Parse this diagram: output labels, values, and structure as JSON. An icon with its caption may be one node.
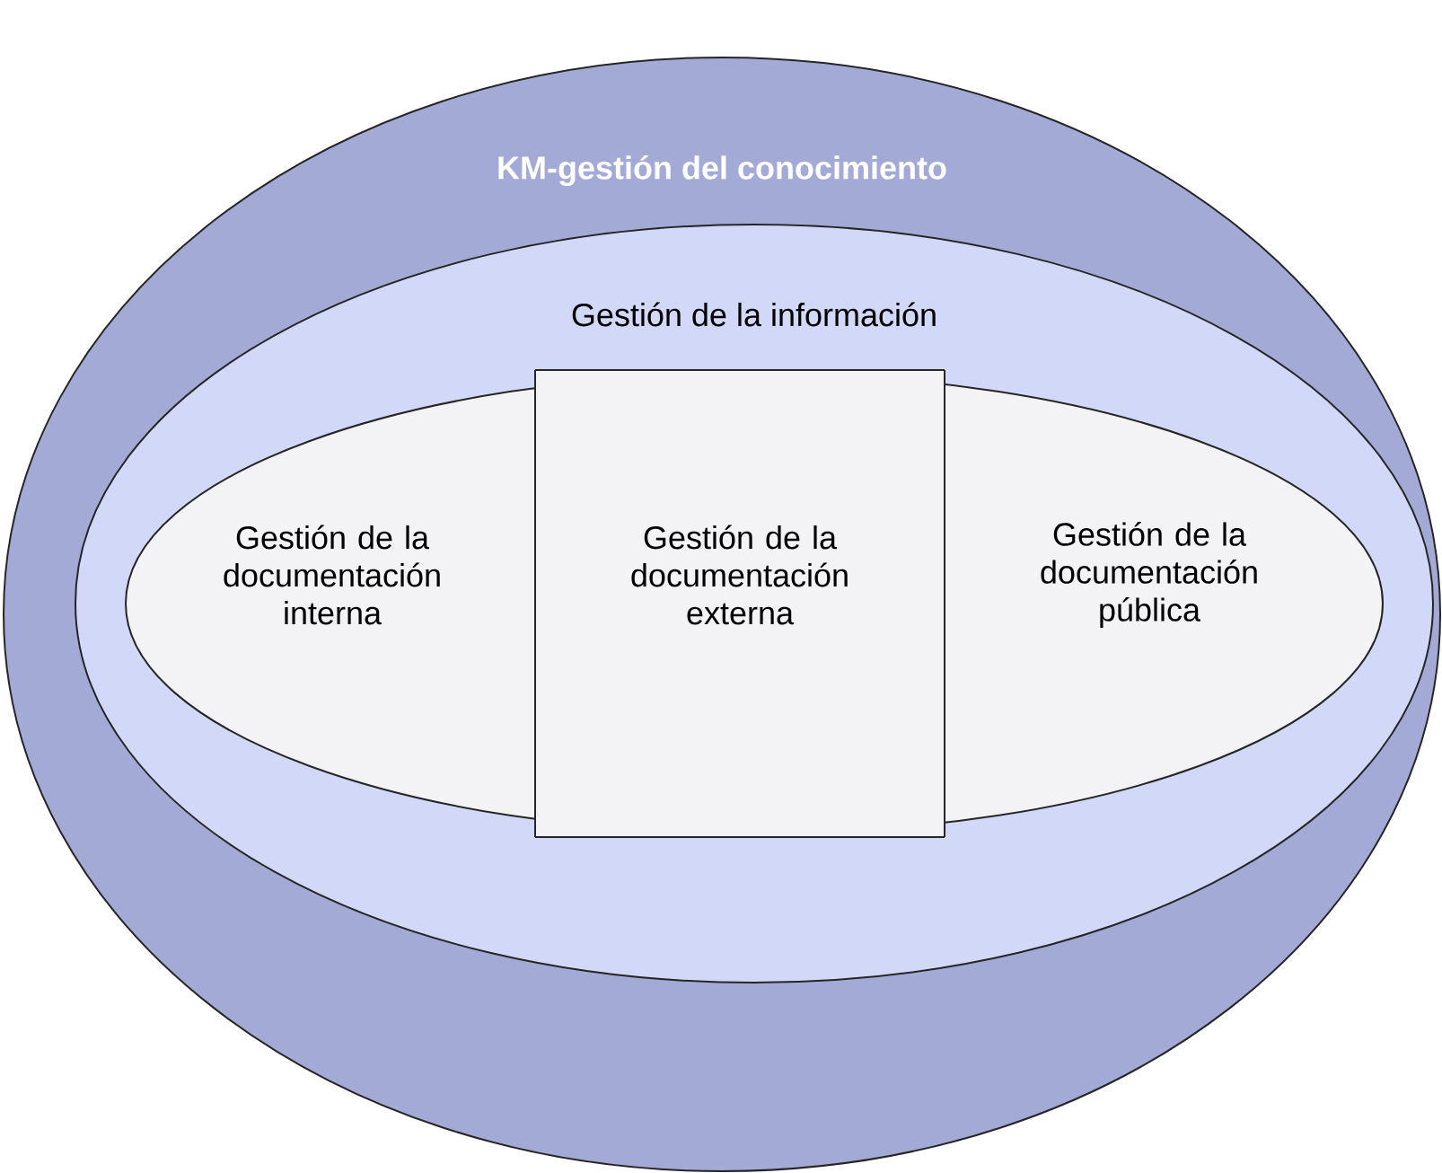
{
  "diagram": {
    "nodes": [
      {
        "text": [
          "KM-gestión del conocimiento"
        ]
      },
      {
        "text": [
          "Gestión de la información"
        ],
        "in": 0
      },
      {
        "text": [
          "Gestión de la documentación interna"
        ],
        "in": 1
      },
      {
        "text": [
          "Gestión de la documentación externa"
        ],
        "in": 1
      },
      {
        "text": [
          "Gestión de la documentación pública"
        ],
        "in": 1
      }
    ]
  }
}
